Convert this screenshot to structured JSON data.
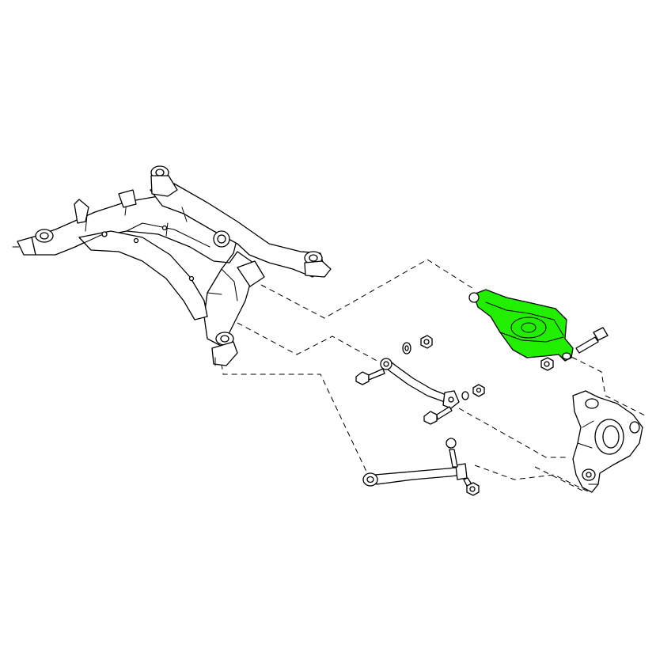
{
  "diagram": {
    "description_label": "",
    "highlight_color": "#22ee00",
    "line_color": "#000000",
    "background_color": "#ffffff",
    "parts": [
      {
        "name": "rear-subframe",
        "highlighted": false
      },
      {
        "name": "upper-control-arm",
        "highlighted": true
      },
      {
        "name": "toe-link",
        "highlighted": false
      },
      {
        "name": "lower-link",
        "highlighted": false
      },
      {
        "name": "rear-knuckle",
        "highlighted": false
      }
    ]
  }
}
